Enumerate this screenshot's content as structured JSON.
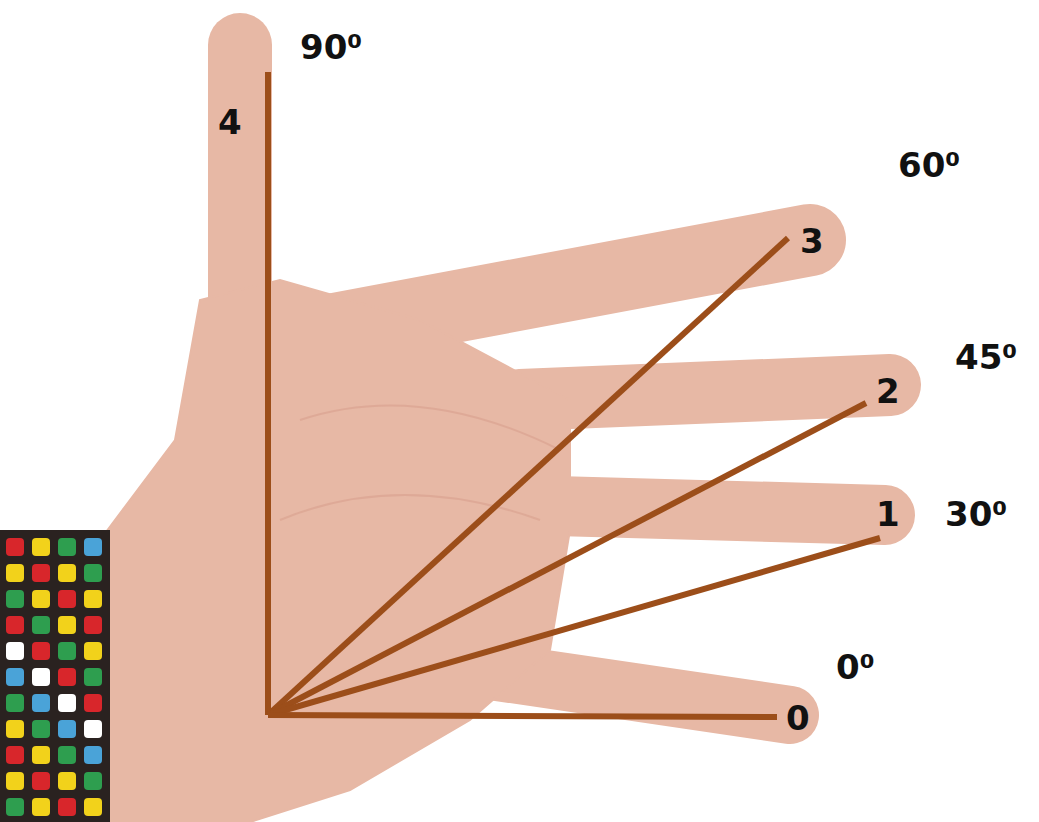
{
  "diagram": {
    "labels": [
      "90⁰",
      "4",
      "60⁰",
      "3",
      "45⁰",
      "2",
      "1",
      "30⁰",
      "0⁰",
      "0"
    ]
  }
}
